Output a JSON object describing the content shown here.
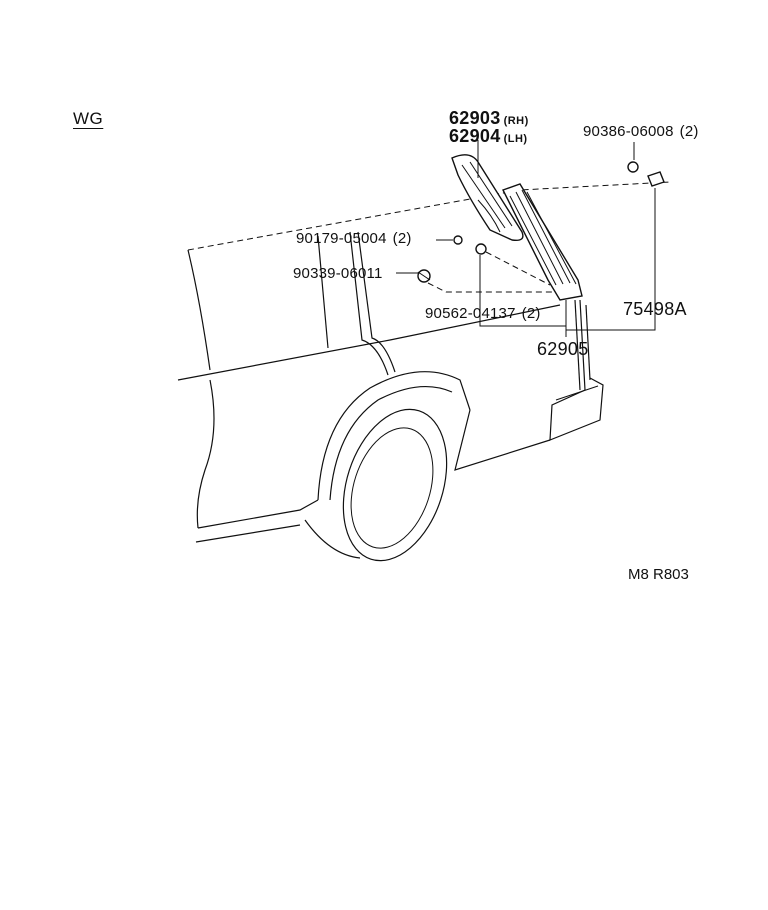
{
  "diagram": {
    "variant_label": "WG",
    "drawing_code": "M8 R803",
    "parts": [
      {
        "id": "p62903",
        "number": "62903",
        "side": "(RH)"
      },
      {
        "id": "p62904",
        "number": "62904",
        "side": "(LH)"
      },
      {
        "id": "p90386",
        "number": "90386-06008",
        "qty": "(2)"
      },
      {
        "id": "p90179",
        "number": "90179-05004",
        "qty": "(2)"
      },
      {
        "id": "p90339",
        "number": "90339-06011",
        "qty": ""
      },
      {
        "id": "p90562",
        "number": "90562-04137",
        "qty": "(2)"
      },
      {
        "id": "p75498",
        "number": "75498A",
        "qty": ""
      },
      {
        "id": "p62905",
        "number": "62905",
        "qty": ""
      }
    ]
  }
}
